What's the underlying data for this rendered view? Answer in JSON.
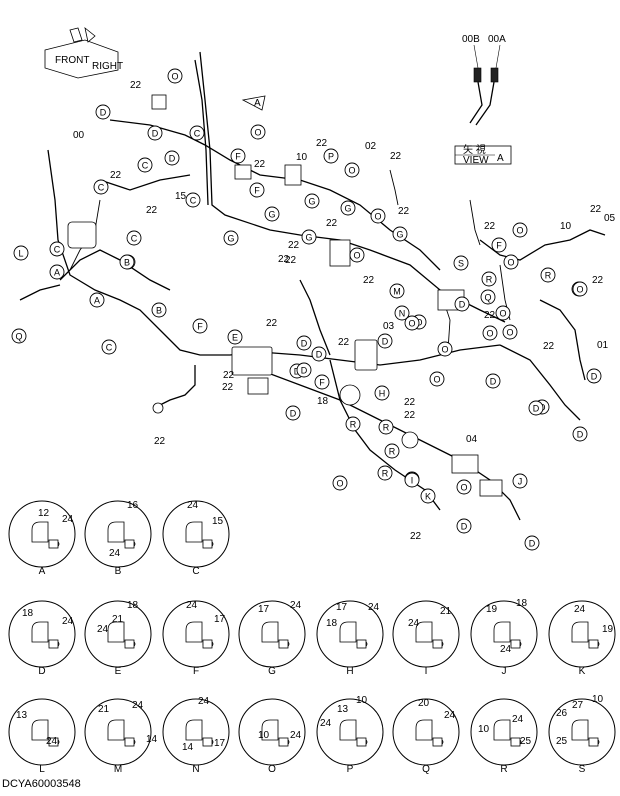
{
  "caption": "DCYA60003548",
  "orientation_badge": [
    "FRONT",
    "RIGHT"
  ],
  "view_box": {
    "kanji": "矢 視",
    "view_word": "VIEW",
    "letter": "A"
  },
  "view_arrow_letter": "A",
  "inset_labels": [
    "00B",
    "00A"
  ],
  "part_callouts": [
    {
      "id": "c1",
      "text": "22"
    },
    {
      "id": "c2",
      "text": "00"
    },
    {
      "id": "c3",
      "text": "22"
    },
    {
      "id": "c4",
      "text": "10"
    },
    {
      "id": "c5",
      "text": "22"
    },
    {
      "id": "c6",
      "text": "02"
    },
    {
      "id": "c7",
      "text": "22"
    },
    {
      "id": "c8",
      "text": "22"
    },
    {
      "id": "c9",
      "text": "15"
    },
    {
      "id": "c10",
      "text": "22"
    },
    {
      "id": "c11",
      "text": "22"
    },
    {
      "id": "c12",
      "text": "22"
    },
    {
      "id": "c13",
      "text": "22"
    },
    {
      "id": "c14",
      "text": "22"
    },
    {
      "id": "c15",
      "text": "05"
    },
    {
      "id": "c16",
      "text": "10"
    },
    {
      "id": "c17",
      "text": "22"
    },
    {
      "id": "c18",
      "text": "22"
    },
    {
      "id": "c19",
      "text": "03"
    },
    {
      "id": "c20",
      "text": "22"
    },
    {
      "id": "c21",
      "text": "22"
    },
    {
      "id": "c22",
      "text": "22"
    },
    {
      "id": "c23",
      "text": "01"
    },
    {
      "id": "c24",
      "text": "22"
    },
    {
      "id": "c25",
      "text": "18"
    },
    {
      "id": "c26",
      "text": "22"
    },
    {
      "id": "c27",
      "text": "22"
    },
    {
      "id": "c28",
      "text": "22"
    },
    {
      "id": "c29",
      "text": "04"
    },
    {
      "id": "c30",
      "text": "22"
    },
    {
      "id": "c31",
      "text": "22"
    },
    {
      "id": "c32",
      "text": "22"
    },
    {
      "id": "c33",
      "text": "22"
    },
    {
      "id": "c34",
      "text": "22"
    },
    {
      "id": "c35",
      "text": "22"
    }
  ],
  "detail_views": [
    {
      "letter": "A",
      "parts": [
        "12",
        "24"
      ]
    },
    {
      "letter": "B",
      "parts": [
        "16",
        "24"
      ]
    },
    {
      "letter": "C",
      "parts": [
        "24",
        "15"
      ]
    },
    {
      "letter": "D",
      "parts": [
        "18",
        "24"
      ]
    },
    {
      "letter": "E",
      "parts": [
        "18",
        "21",
        "24"
      ]
    },
    {
      "letter": "F",
      "parts": [
        "24",
        "17"
      ]
    },
    {
      "letter": "G",
      "parts": [
        "17",
        "24"
      ]
    },
    {
      "letter": "H",
      "parts": [
        "17",
        "24",
        "18"
      ]
    },
    {
      "letter": "I",
      "parts": [
        "21",
        "24"
      ]
    },
    {
      "letter": "J",
      "parts": [
        "19",
        "18",
        "24"
      ]
    },
    {
      "letter": "K",
      "parts": [
        "24",
        "19"
      ]
    },
    {
      "letter": "L",
      "parts": [
        "13",
        "24"
      ]
    },
    {
      "letter": "M",
      "parts": [
        "21",
        "24",
        "14"
      ]
    },
    {
      "letter": "N",
      "parts": [
        "24",
        "14",
        "17"
      ]
    },
    {
      "letter": "O",
      "parts": [
        "10",
        "24"
      ]
    },
    {
      "letter": "P",
      "parts": [
        "10",
        "13",
        "24"
      ]
    },
    {
      "letter": "Q",
      "parts": [
        "20",
        "24"
      ]
    },
    {
      "letter": "R",
      "parts": [
        "10",
        "24",
        "25"
      ]
    },
    {
      "letter": "S",
      "parts": [
        "10",
        "27",
        "26",
        "25"
      ]
    }
  ],
  "letter_bubbles": [
    {
      "id": "b1",
      "letter": "O"
    },
    {
      "id": "b2",
      "letter": "D"
    },
    {
      "id": "b3",
      "letter": "D"
    },
    {
      "id": "b4",
      "letter": "C"
    },
    {
      "id": "b5",
      "letter": "O"
    },
    {
      "id": "b6",
      "letter": "D"
    },
    {
      "id": "b7",
      "letter": "C"
    },
    {
      "id": "b8",
      "letter": "F"
    },
    {
      "id": "b9",
      "letter": "F"
    },
    {
      "id": "b10",
      "letter": "C"
    },
    {
      "id": "b11",
      "letter": "C"
    },
    {
      "id": "b12",
      "letter": "P"
    },
    {
      "id": "b13",
      "letter": "O"
    },
    {
      "id": "b14",
      "letter": "O"
    },
    {
      "id": "b15",
      "letter": "G"
    },
    {
      "id": "b16",
      "letter": "G"
    },
    {
      "id": "b17",
      "letter": "G"
    },
    {
      "id": "b18",
      "letter": "G"
    },
    {
      "id": "b19",
      "letter": "G"
    },
    {
      "id": "b20",
      "letter": "C"
    },
    {
      "id": "b21",
      "letter": "C"
    },
    {
      "id": "b22",
      "letter": "L"
    },
    {
      "id": "b23",
      "letter": "A"
    },
    {
      "id": "b24",
      "letter": "B"
    },
    {
      "id": "b25",
      "letter": "A"
    },
    {
      "id": "b26",
      "letter": "B"
    },
    {
      "id": "b27",
      "letter": "Q"
    },
    {
      "id": "b28",
      "letter": "C"
    },
    {
      "id": "b29",
      "letter": "F"
    },
    {
      "id": "b30",
      "letter": "E"
    },
    {
      "id": "b31",
      "letter": "D"
    },
    {
      "id": "b32",
      "letter": "D"
    },
    {
      "id": "b33",
      "letter": "D"
    },
    {
      "id": "b34",
      "letter": "F"
    },
    {
      "id": "b35",
      "letter": "D"
    },
    {
      "id": "b36",
      "letter": "H"
    },
    {
      "id": "b37",
      "letter": "R"
    },
    {
      "id": "b38",
      "letter": "R"
    },
    {
      "id": "b39",
      "letter": "R"
    },
    {
      "id": "b40",
      "letter": "R"
    },
    {
      "id": "b41",
      "letter": "R"
    },
    {
      "id": "b42",
      "letter": "I"
    },
    {
      "id": "b43",
      "letter": "O"
    },
    {
      "id": "b44",
      "letter": "K"
    },
    {
      "id": "b45",
      "letter": "J"
    },
    {
      "id": "b46",
      "letter": "O"
    },
    {
      "id": "b47",
      "letter": "D"
    },
    {
      "id": "b48",
      "letter": "D"
    },
    {
      "id": "b49",
      "letter": "D"
    },
    {
      "id": "b50",
      "letter": "O"
    },
    {
      "id": "b51",
      "letter": "G"
    },
    {
      "id": "b52",
      "letter": "O"
    },
    {
      "id": "b53",
      "letter": "M"
    },
    {
      "id": "b54",
      "letter": "N"
    },
    {
      "id": "b55",
      "letter": "S"
    },
    {
      "id": "b56",
      "letter": "R"
    },
    {
      "id": "b57",
      "letter": "Q"
    },
    {
      "id": "b58",
      "letter": "D"
    },
    {
      "id": "b59",
      "letter": "O"
    },
    {
      "id": "b60",
      "letter": "O"
    },
    {
      "id": "b61",
      "letter": "O"
    },
    {
      "id": "b62",
      "letter": "O"
    },
    {
      "id": "b63",
      "letter": "R"
    },
    {
      "id": "b64",
      "letter": "D"
    },
    {
      "id": "b65",
      "letter": "D"
    },
    {
      "id": "b66",
      "letter": "D"
    },
    {
      "id": "b67",
      "letter": "D"
    },
    {
      "id": "b68",
      "letter": "O"
    },
    {
      "id": "b69",
      "letter": "F"
    },
    {
      "id": "b70",
      "letter": "O"
    },
    {
      "id": "b71",
      "letter": "D"
    },
    {
      "id": "b72",
      "letter": "O"
    },
    {
      "id": "b73",
      "letter": "O"
    },
    {
      "id": "b74",
      "letter": "O"
    },
    {
      "id": "b75",
      "letter": "O"
    },
    {
      "id": "b76",
      "letter": "D"
    }
  ]
}
